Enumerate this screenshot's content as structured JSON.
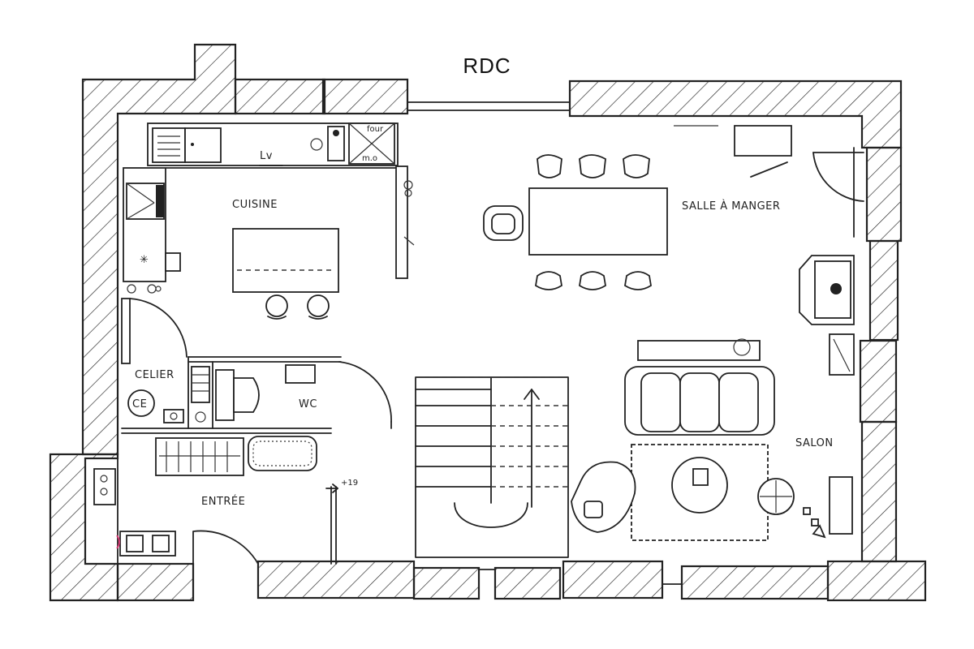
{
  "title": "RDC",
  "rooms": {
    "kitchen": "CUISINE",
    "dining": "SALLE À MANGER",
    "living": "SALON",
    "pantry": "CELIER",
    "wc": "WC",
    "entrance": "ENTRÉE"
  },
  "fixtures": {
    "dishwasher": "Lv",
    "oven": "four",
    "microwave": "m.o",
    "water_heater": "CE",
    "stairs_level": "+19"
  },
  "colors": {
    "ink": "#222222",
    "accent": "#d63a74",
    "background": "#ffffff"
  }
}
